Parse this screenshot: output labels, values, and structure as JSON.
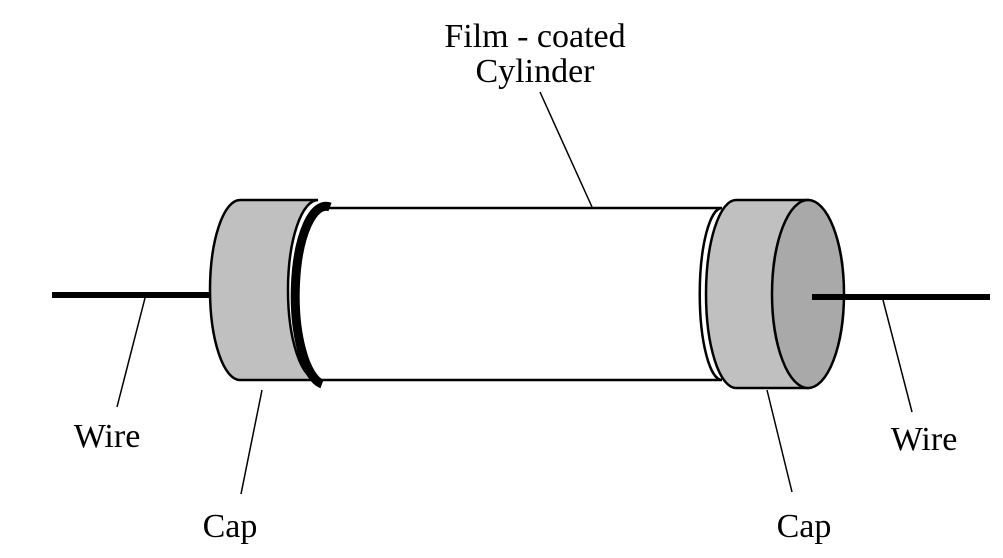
{
  "labels": {
    "cylinder_line1": "Film - coated",
    "cylinder_line2": "Cylinder",
    "wire_left": "Wire",
    "wire_right": "Wire",
    "cap_left": "Cap",
    "cap_right": "Cap"
  },
  "colors": {
    "cap": "#c0c0c0",
    "cap_face": "#a9a9a9",
    "cylinder": "#ffffff",
    "outline": "#000000"
  }
}
